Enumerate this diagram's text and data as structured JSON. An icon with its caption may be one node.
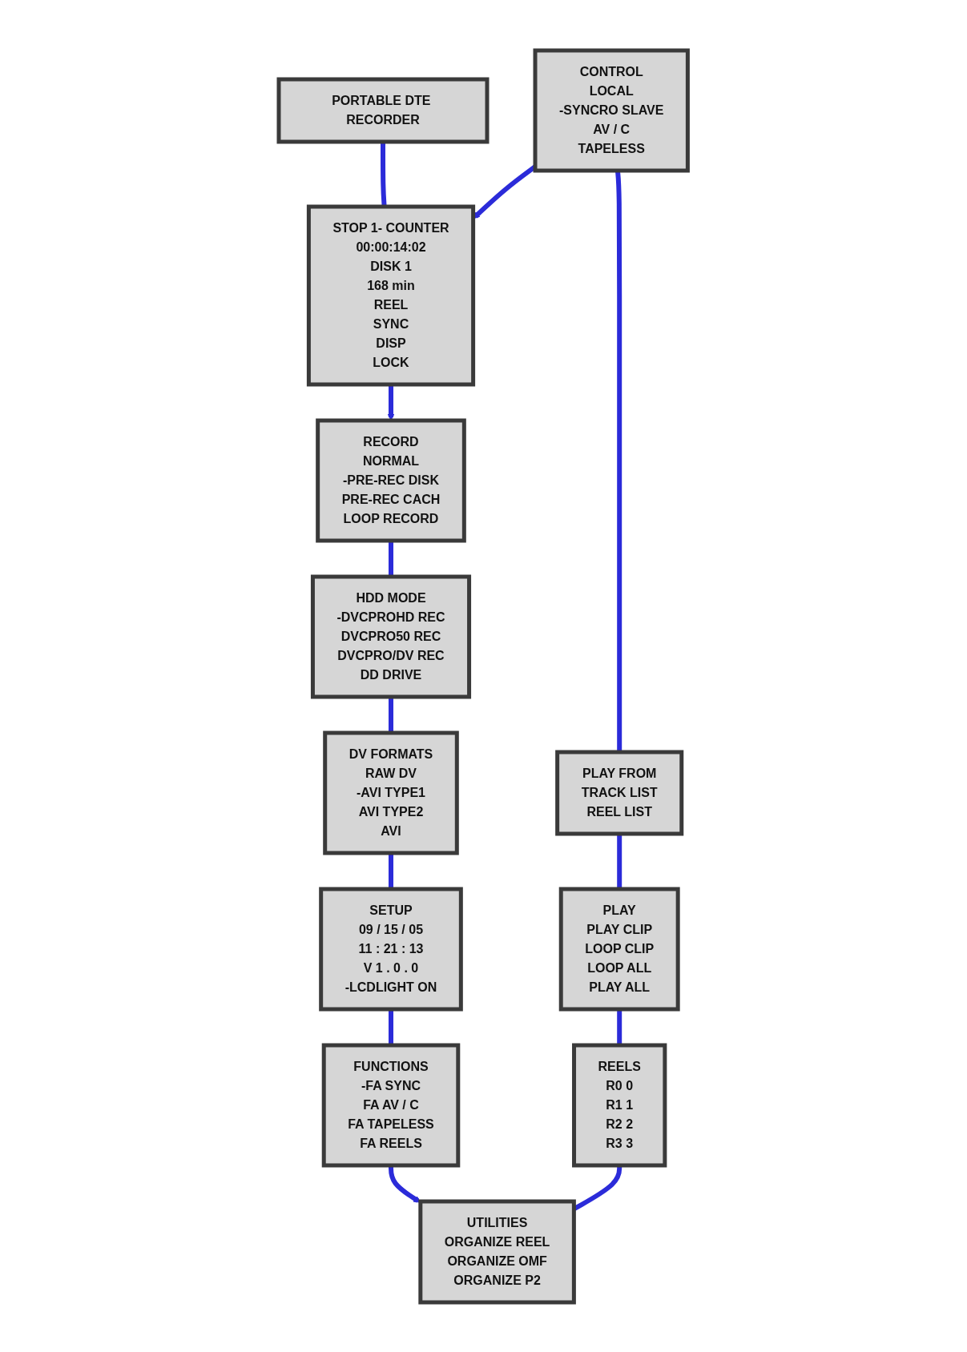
{
  "diagram": {
    "nodes": [
      {
        "text": [
          "PORTABLE DTE RECORDER"
        ]
      },
      {
        "text": [
          "STOP 1- COUNTER",
          "00:00:14:02",
          "DISK 1",
          "168 min",
          "REEL",
          "SYNC",
          "DISP",
          "LOCK"
        ]
      },
      {
        "text": [
          "CONTROL",
          "LOCAL",
          "-SYNCRO SLAVE",
          "AV / C",
          "TAPELESS"
        ]
      },
      {
        "text": [
          "PLAY FROM",
          "TRACK LIST",
          "REEL LIST"
        ]
      },
      {
        "text": [
          "PLAY",
          "PLAY CLIP",
          "LOOP CLIP",
          "LOOP ALL",
          "PLAY ALL"
        ]
      },
      {
        "text": [
          "REELS",
          "R0 0",
          "R1 1",
          "R2 2",
          "R3 3"
        ]
      },
      {
        "text": [
          "UTILITIES",
          "ORGANIZE REEL",
          "ORGANIZE OMF",
          "ORGANIZE P2"
        ]
      },
      {
        "text": [
          "RECORD",
          "NORMAL",
          "-PRE-REC DISK",
          "PRE-REC CACH",
          "LOOP RECORD"
        ]
      },
      {
        "text": [
          "HDD MODE",
          "-DVCPROHD REC",
          "DVCPRO50 REC",
          "DVCPRO/DV REC",
          "DD DRIVE"
        ]
      },
      {
        "text": [
          "DV FORMATS",
          "RAW DV",
          "-AVI TYPE1",
          "AVI TYPE2",
          "AVI"
        ]
      },
      {
        "text": [
          "SETUP",
          "09 / 15 / 05",
          "11 : 21 : 13",
          "V 1 . 0 . 0",
          "-LCDLIGHT ON"
        ]
      },
      {
        "text": [
          "FUNCTIONS",
          "-FA SYNC",
          "FA AV / C",
          "FA TAPELESS",
          "FA REELS"
        ]
      }
    ],
    "edges": [
      {
        "from": 0,
        "to": 1,
        "arrow": "none"
      },
      {
        "from": 2,
        "to": 1,
        "arrow": "to"
      },
      {
        "from": 1,
        "to": 7,
        "arrow": "to"
      },
      {
        "from": 2,
        "to": 3,
        "arrow": "none"
      },
      {
        "from": 3,
        "to": 4,
        "arrow": "none"
      },
      {
        "from": 4,
        "to": 5,
        "arrow": "none"
      },
      {
        "from": 5,
        "to": 6,
        "arrow": "none"
      },
      {
        "from": 7,
        "to": 8,
        "arrow": "none"
      },
      {
        "from": 8,
        "to": 9,
        "arrow": "none"
      },
      {
        "from": 9,
        "to": 10,
        "arrow": "none"
      },
      {
        "from": 10,
        "to": 11,
        "arrow": "none"
      },
      {
        "from": 11,
        "to": 6,
        "arrow": "to"
      }
    ]
  }
}
